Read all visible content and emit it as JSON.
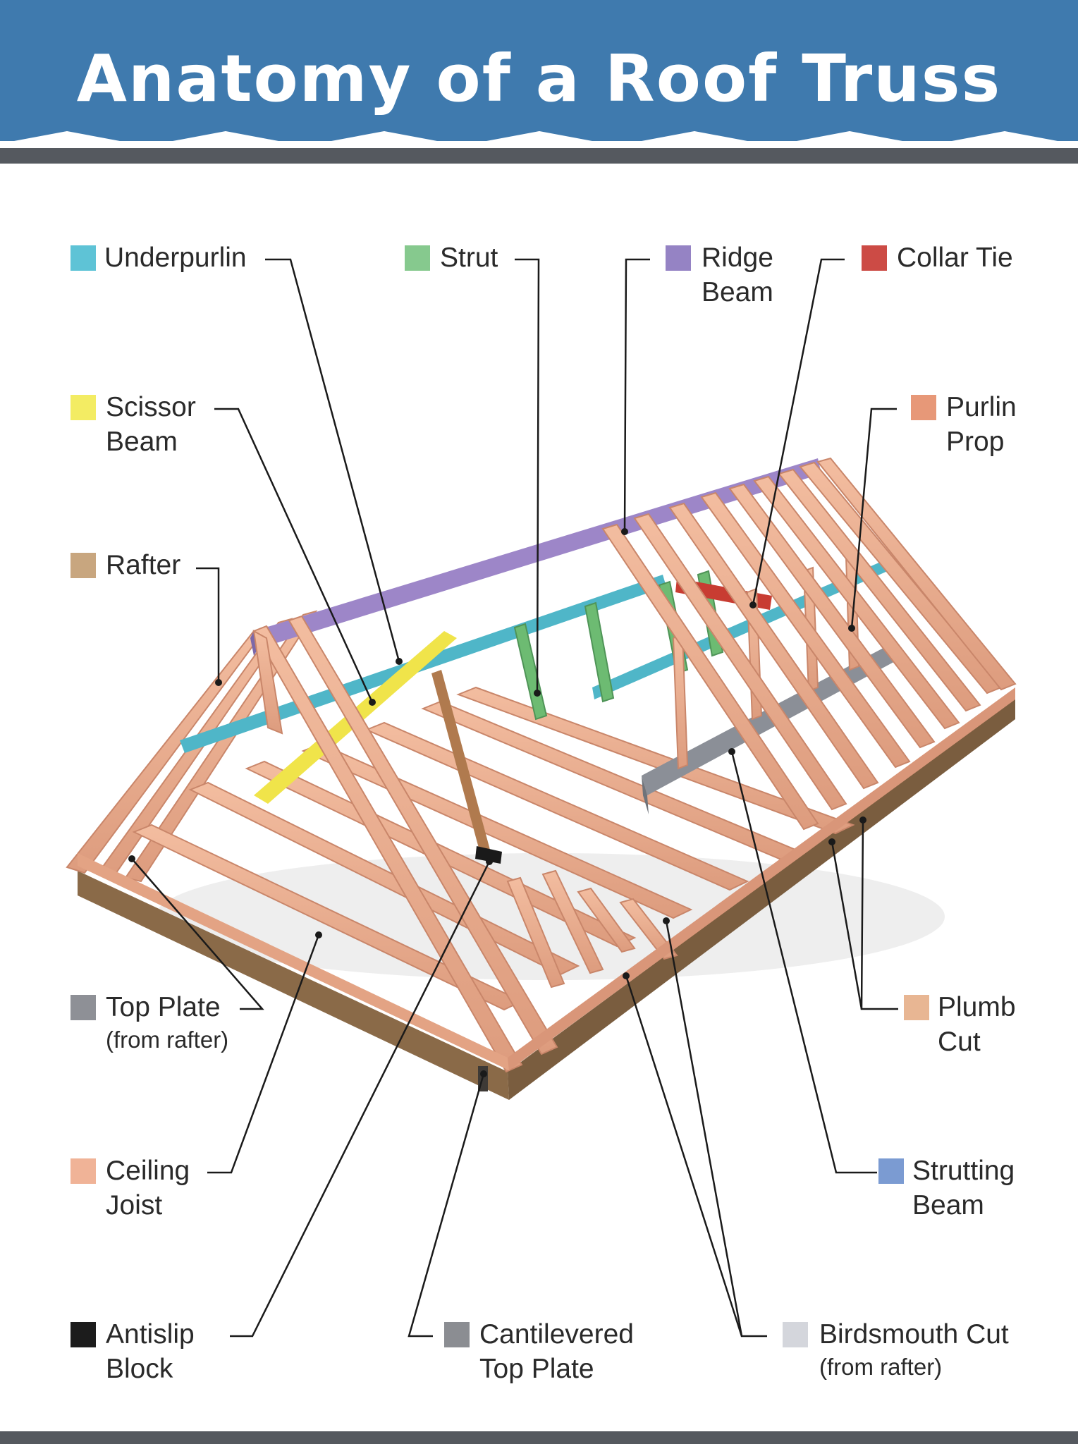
{
  "header": {
    "title": "Anatomy of a Roof Truss",
    "colors": {
      "band": "#3f7aae",
      "stripe": "#55595f"
    }
  },
  "legend": {
    "underpurlin": {
      "lines": [
        "Underpurlin"
      ],
      "color": "#5ec3d6"
    },
    "strut": {
      "lines": [
        "Strut"
      ],
      "color": "#86c98e"
    },
    "ridge_beam": {
      "lines": [
        "Ridge",
        "Beam"
      ],
      "color": "#9583c4"
    },
    "collar_tie": {
      "lines": [
        "Collar Tie"
      ],
      "color": "#cc4b45"
    },
    "scissor_beam": {
      "lines": [
        "Scissor",
        "Beam"
      ],
      "color": "#f3ec63"
    },
    "purlin_prop": {
      "lines": [
        "Purlin",
        "Prop"
      ],
      "color": "#e79878"
    },
    "rafter": {
      "lines": [
        "Rafter"
      ],
      "color": "#c8a67f"
    },
    "top_plate": {
      "lines": [
        "Top Plate"
      ],
      "note": "(from rafter)",
      "color": "#8e9096"
    },
    "plumb_cut": {
      "lines": [
        "Plumb",
        "Cut"
      ],
      "color": "#e8b693"
    },
    "ceiling_joist": {
      "lines": [
        "Ceiling",
        "Joist"
      ],
      "color": "#f0b397"
    },
    "strutting_beam": {
      "lines": [
        "Strutting",
        "Beam"
      ],
      "color": "#7b9bd2"
    },
    "antislip_block": {
      "lines": [
        "Antislip",
        "Block"
      ],
      "color": "#1c1c1c"
    },
    "cantilevered_top_plate": {
      "lines": [
        "Cantilevered",
        "Top Plate"
      ],
      "color": "#8b8d92"
    },
    "birdsmouth_cut": {
      "lines": [
        "Birdsmouth Cut"
      ],
      "note": "(from rafter)",
      "color": "#d4d6dc"
    }
  },
  "illustration": {
    "wood_color": "#eba88a",
    "wood_edge": "#c9866a",
    "leader_color": "#1a1a1a"
  }
}
